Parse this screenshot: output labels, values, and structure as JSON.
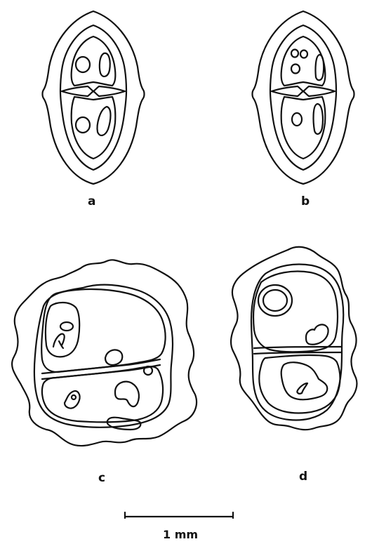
{
  "figure": {
    "panels": [
      {
        "label": "a"
      },
      {
        "label": "b"
      },
      {
        "label": "c"
      },
      {
        "label": "d"
      }
    ],
    "scale_bar": {
      "label": "1 mm"
    }
  }
}
